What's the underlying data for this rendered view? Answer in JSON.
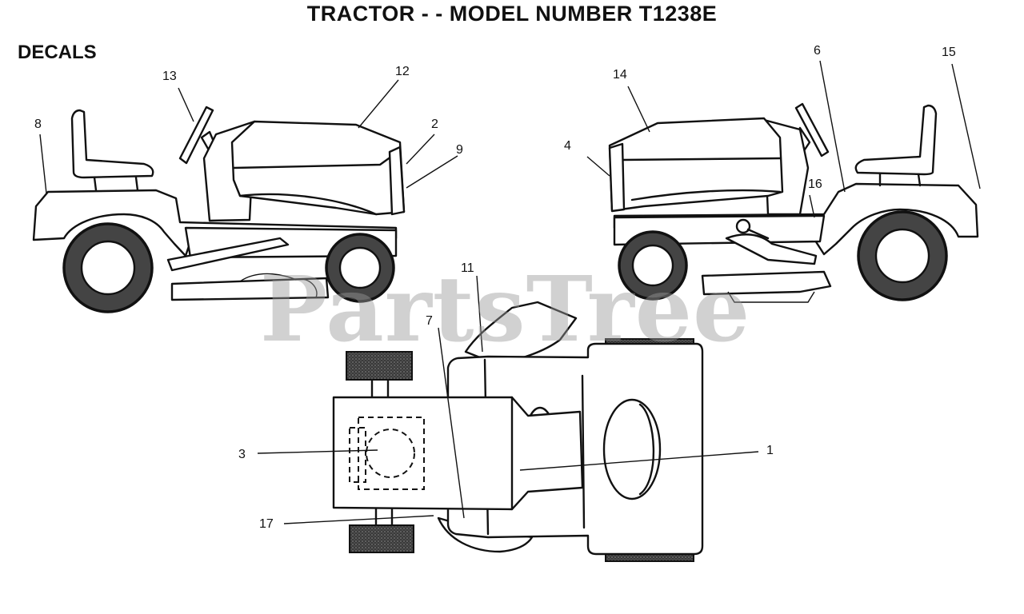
{
  "title": "TRACTOR - - MODEL NUMBER T1238E",
  "section": "DECALS",
  "watermark": "PartsTree",
  "callouts": [
    {
      "id": "1",
      "label": "1"
    },
    {
      "id": "2",
      "label": "2"
    },
    {
      "id": "3",
      "label": "3"
    },
    {
      "id": "4",
      "label": "4"
    },
    {
      "id": "6",
      "label": "6"
    },
    {
      "id": "7",
      "label": "7"
    },
    {
      "id": "8",
      "label": "8"
    },
    {
      "id": "9",
      "label": "9"
    },
    {
      "id": "11",
      "label": "11"
    },
    {
      "id": "12",
      "label": "12"
    },
    {
      "id": "13",
      "label": "13"
    },
    {
      "id": "14",
      "label": "14"
    },
    {
      "id": "15",
      "label": "15"
    },
    {
      "id": "16",
      "label": "16"
    },
    {
      "id": "17",
      "label": "17"
    }
  ]
}
